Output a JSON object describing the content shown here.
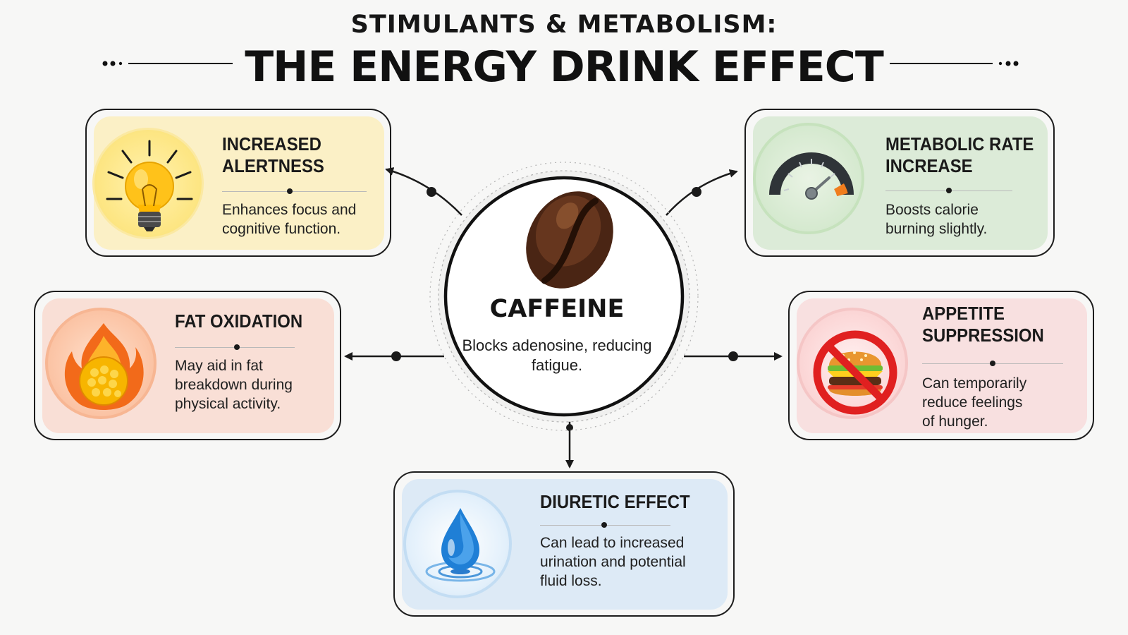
{
  "header": {
    "subtitle": "STIMULANTS & METABOLISM:",
    "title": "THE ENERGY DRINK EFFECT"
  },
  "hub": {
    "label": "CAFFEINE",
    "description": "Blocks adenosine, reducing fatigue.",
    "icon": "coffee-bean-icon"
  },
  "effects": [
    {
      "id": "alertness",
      "title_lines": [
        "INCREASED",
        "ALERTNESS"
      ],
      "desc_lines": [
        "Enhances focus and",
        "cognitive function."
      ],
      "icon": "lightbulb-icon",
      "color": "#fbf0c6"
    },
    {
      "id": "metabolic",
      "title_lines": [
        "METABOLIC RATE",
        "INCREASE"
      ],
      "desc_lines": [
        "Boosts calorie",
        "burning slightly."
      ],
      "icon": "speedometer-icon",
      "color": "#dcebd8"
    },
    {
      "id": "fat",
      "title_lines": [
        "FAT OXIDATION"
      ],
      "desc_lines": [
        "May aid in fat",
        "breakdown during",
        "physical activity."
      ],
      "icon": "fire-icon",
      "color": "#f9dfd6"
    },
    {
      "id": "appetite",
      "title_lines": [
        "APPETITE",
        "SUPPRESSION"
      ],
      "desc_lines": [
        "Can temporarily",
        "reduce feelings",
        "of hunger."
      ],
      "icon": "no-burger-icon",
      "color": "#f8e0e0"
    },
    {
      "id": "diuretic",
      "title_lines": [
        "DIURETIC EFFECT"
      ],
      "desc_lines": [
        "Can lead to increased",
        "urination and potential",
        "fluid loss."
      ],
      "icon": "water-drop-icon",
      "color": "#ddeaf6"
    }
  ]
}
